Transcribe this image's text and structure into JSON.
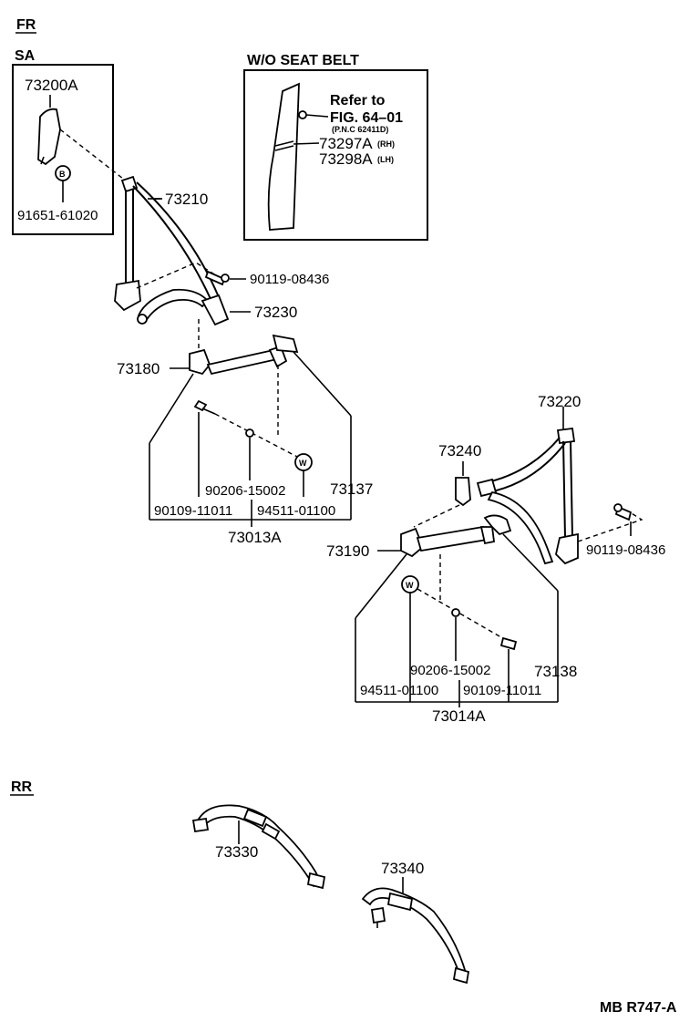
{
  "sections": {
    "front": "FR",
    "sa": "SA",
    "rear": "RR"
  },
  "inset": {
    "title": "W/O SEAT BELT",
    "refer_line1": "Refer to",
    "refer_line2": "FIG. 64–01",
    "refer_pnc": "(P.N.C 62411D)",
    "part_rh": "73297A",
    "part_rh_side": "(RH)",
    "part_lh": "73298A",
    "part_lh_side": "(LH)"
  },
  "sa_box": {
    "part_top": "73200A",
    "bolt_mark": "B",
    "part_bottom": "91651-61020"
  },
  "parts": {
    "p73210": "73210",
    "p90119_left": "90119-08436",
    "p73230": "73230",
    "p73180": "73180",
    "p90206_left": "90206-15002",
    "p73137": "73137",
    "p90109_left": "90109-11011",
    "p94511_left": "94511-01100",
    "p73013A": "73013A",
    "p73220": "73220",
    "p73240": "73240",
    "p90119_right": "90119-08436",
    "p73190": "73190",
    "p90206_right": "90206-15002",
    "p73138": "73138",
    "p94511_right": "94511-01100",
    "p90109_right": "90109-11011",
    "p73014A": "73014A",
    "p73330": "73330",
    "p73340": "73340",
    "washer_mark": "W"
  },
  "footer": {
    "code": "MB R747-A"
  }
}
